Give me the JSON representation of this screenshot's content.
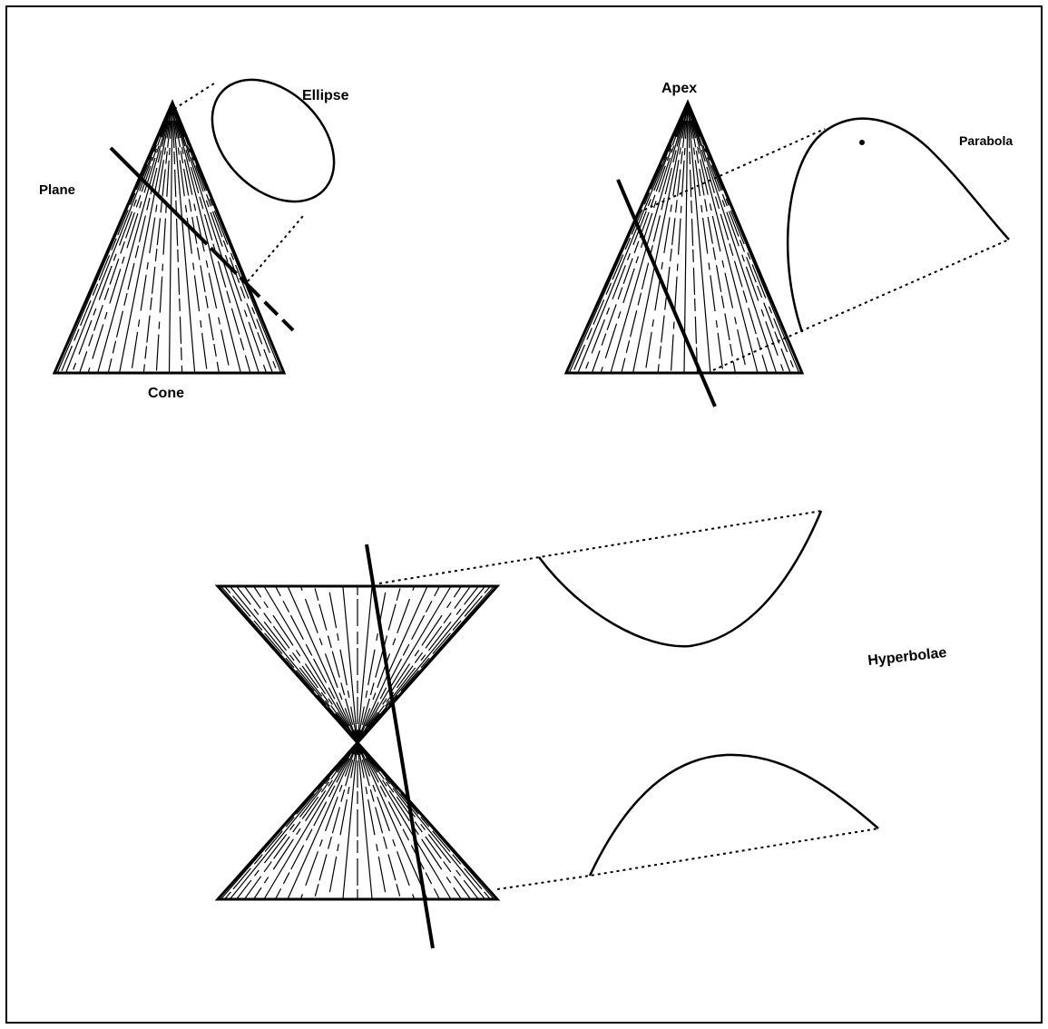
{
  "labels": {
    "ellipse": "Ellipse",
    "plane": "Plane",
    "cone": "Cone",
    "apex": "Apex",
    "parabola": "Parabola",
    "hyperbolae": "Hyperbolae"
  },
  "colors": {
    "ink": "#000000",
    "paper": "#ffffff"
  }
}
